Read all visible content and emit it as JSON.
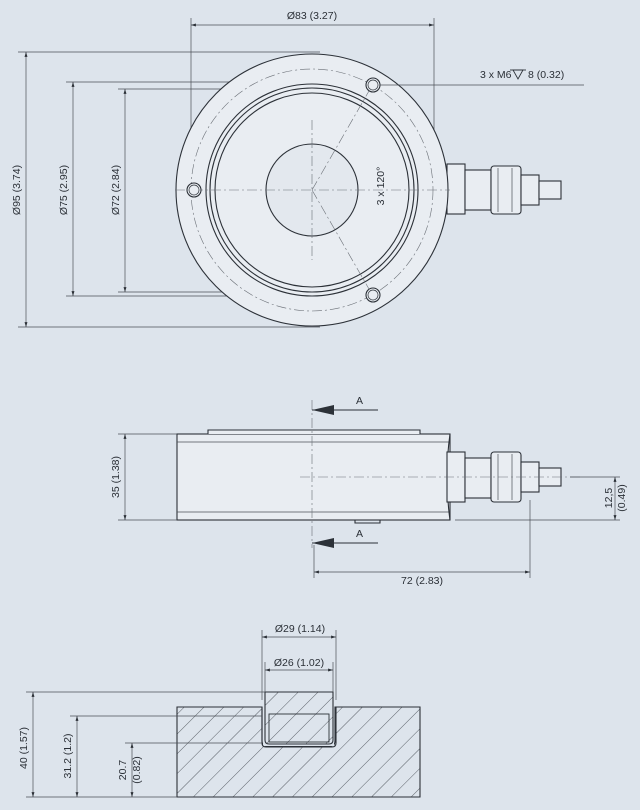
{
  "colors": {
    "background": "#dde4ec",
    "line": "#2c3138",
    "body": "#e9edf2"
  },
  "top_view": {
    "dim_d83": "Ø83 (3.27)",
    "dim_d95": "Ø95 (3.74)",
    "dim_d75": "Ø75 (2.95)",
    "dim_d72": "Ø72 (2.84)",
    "thread_callout": "3 x M6",
    "thread_depth_icon": "depth-symbol-icon",
    "thread_depth": "8 (0.32)",
    "angle_callout": "3 x 120°"
  },
  "side_view": {
    "section_label_top": "A",
    "section_label_bottom": "A",
    "dim_height": "35 (1.38)",
    "dim_length": "72 (2.83)",
    "dim_connector_line1": "12,5",
    "dim_connector_line2": "(0.49)"
  },
  "section_view": {
    "dim_d29": "Ø29 (1.14)",
    "dim_d26": "Ø26 (1.02)",
    "dim_h40": "40 (1.57)",
    "dim_h31": "31.2 (1.2)",
    "dim_h20_line1": "20.7",
    "dim_h20_line2": "(0.82)"
  }
}
